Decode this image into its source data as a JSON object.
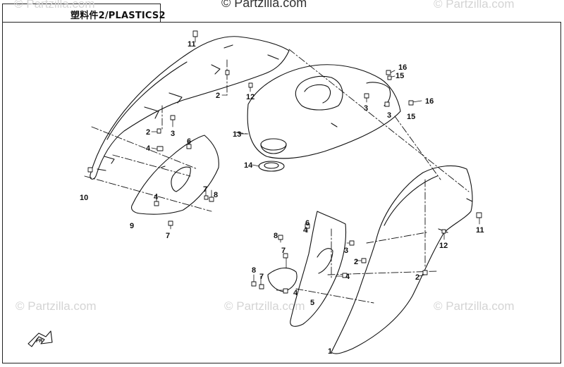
{
  "title": "塑料件2/PLASTICS2",
  "watermark": "© Partzilla.com",
  "callouts": {
    "n1": "1",
    "n2": "2",
    "n3": "3",
    "n4": "4",
    "n5": "5",
    "n6": "6",
    "n7": "7",
    "n8": "8",
    "n9": "9",
    "n10": "10",
    "n11": "11",
    "n12": "12",
    "n13": "13",
    "n14": "14",
    "n15": "15",
    "n16": "16"
  },
  "front_marker": "FR"
}
